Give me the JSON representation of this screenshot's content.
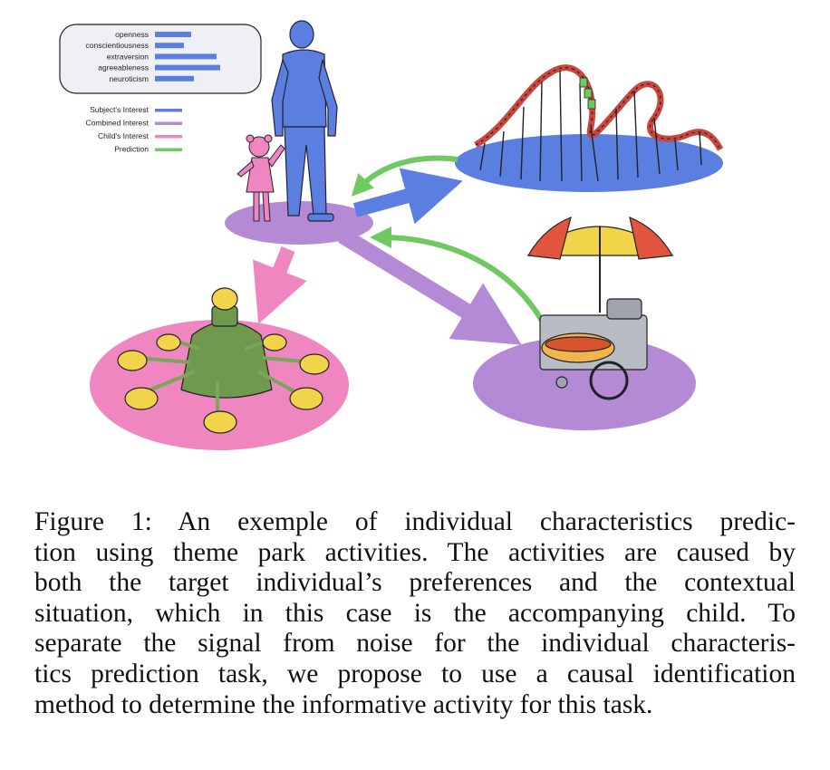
{
  "figure": {
    "traits": [
      {
        "label": "openness",
        "value": 0.55
      },
      {
        "label": "conscientiousness",
        "value": 0.45
      },
      {
        "label": "extraversion",
        "value": 0.95
      },
      {
        "label": "agreeableness",
        "value": 1.0
      },
      {
        "label": "neuroticism",
        "value": 0.6
      }
    ],
    "legend": [
      {
        "label": "Subject's Interest",
        "color": "#5b7fe0"
      },
      {
        "label": "Combined Interest",
        "color": "#b48ad6"
      },
      {
        "label": "Child's Interest",
        "color": "#ef86c0"
      },
      {
        "label": "Prediction",
        "color": "#6fc860"
      }
    ],
    "colors": {
      "subject": "#5b7fe0",
      "combined": "#b48ad6",
      "child": "#ef86c0",
      "prediction": "#6fc860",
      "coaster_base": "#5b7fe0",
      "carousel_base": "#ef86c0",
      "hotdog_base": "#b48ad6",
      "subject_base": "#b48ad6"
    }
  },
  "caption": {
    "lines": [
      "Figure 1: An exemple of individual characteristics predic-",
      "tion using theme park activities. The activities are caused by",
      "both the target individual’s preferences and the contextual",
      "situation, which in this case is the accompanying child. To",
      "separate the signal from noise for the individual characteris-",
      "tics prediction task, we propose to use a causal identification",
      "method to determine the informative activity for this task."
    ]
  }
}
